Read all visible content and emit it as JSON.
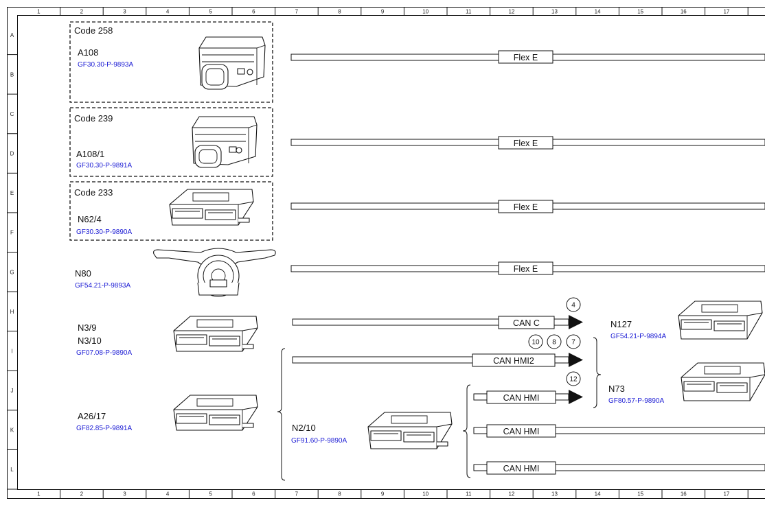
{
  "grid": {
    "columns": [
      "1",
      "2",
      "3",
      "4",
      "5",
      "6",
      "7",
      "8",
      "9",
      "10",
      "11",
      "12",
      "13",
      "14",
      "15",
      "16",
      "17"
    ],
    "rows": [
      "A",
      "B",
      "C",
      "D",
      "E",
      "F",
      "G",
      "H",
      "I",
      "J",
      "K",
      "L"
    ]
  },
  "option_codes": [
    "Code 258",
    "Code 239",
    "Code 233"
  ],
  "components": [
    {
      "id": "A108",
      "ref": "GF30.30-P-9893A"
    },
    {
      "id": "A108/1",
      "ref": "GF30.30-P-9891A"
    },
    {
      "id": "N62/4",
      "ref": "GF30.30-P-9890A"
    },
    {
      "id": "N80",
      "ref": "GF54.21-P-9893A"
    },
    {
      "id": "N3/9",
      "id2": "N3/10",
      "ref": "GF07.08-P-9890A"
    },
    {
      "id": "A26/17",
      "ref": "GF82.85-P-9891A"
    },
    {
      "id": "N2/10",
      "ref": "GF91.60-P-9890A"
    },
    {
      "id": "N127",
      "ref": "GF54.21-P-9894A"
    },
    {
      "id": "N73",
      "ref": "GF80.57-P-9890A"
    }
  ],
  "buses": [
    "Flex E",
    "Flex E",
    "Flex E",
    "Flex E",
    "CAN C",
    "CAN HMI2",
    "CAN HMI",
    "CAN HMI",
    "CAN HMI"
  ],
  "connectors": [
    "4",
    "10",
    "8",
    "7",
    "12"
  ],
  "colors": {
    "line": "#111111",
    "reference": "#1a1ad4"
  }
}
